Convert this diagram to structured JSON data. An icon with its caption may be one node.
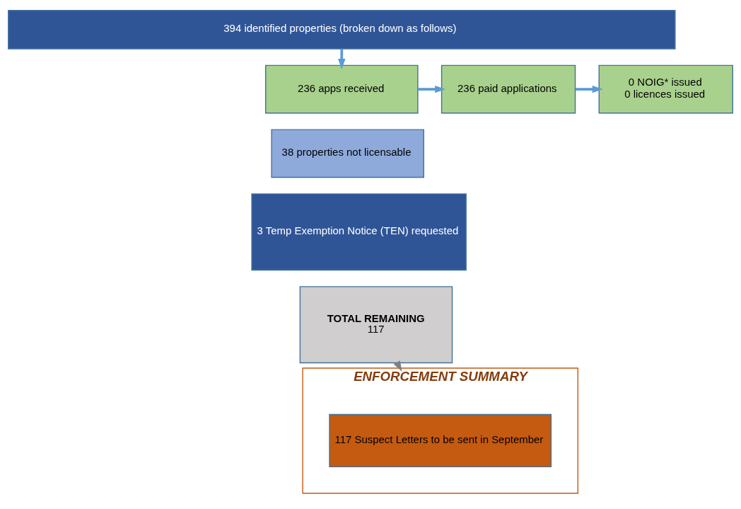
{
  "diagram": {
    "nodes": [
      {
        "text": [
          "394 identified properties (broken down as follows)"
        ]
      },
      {
        "text": [
          "236 apps received"
        ]
      },
      {
        "text": [
          "236 paid applications"
        ]
      },
      {
        "text": [
          "0 NOIG* issued",
          "0 licences issued"
        ]
      },
      {
        "text": [
          "38 properties not licensable"
        ]
      },
      {
        "text": [
          "3 Temp Exemption Notice (TEN) requested"
        ]
      },
      {
        "text": [
          "TOTAL REMAINING",
          "117"
        ]
      },
      {
        "text": [
          "ENFORCEMENT SUMMARY"
        ]
      },
      {
        "text": [
          "117 Suspect Letters to be sent in September"
        ],
        "in": 7
      }
    ],
    "edges": [
      {
        "from": 0,
        "to": 1,
        "arrow": "to"
      },
      {
        "from": 1,
        "to": 2,
        "arrow": "to"
      },
      {
        "from": 2,
        "to": 3,
        "arrow": "to"
      },
      {
        "from": 6,
        "to": 7,
        "arrow": "to",
        "color": "#808080"
      }
    ]
  }
}
